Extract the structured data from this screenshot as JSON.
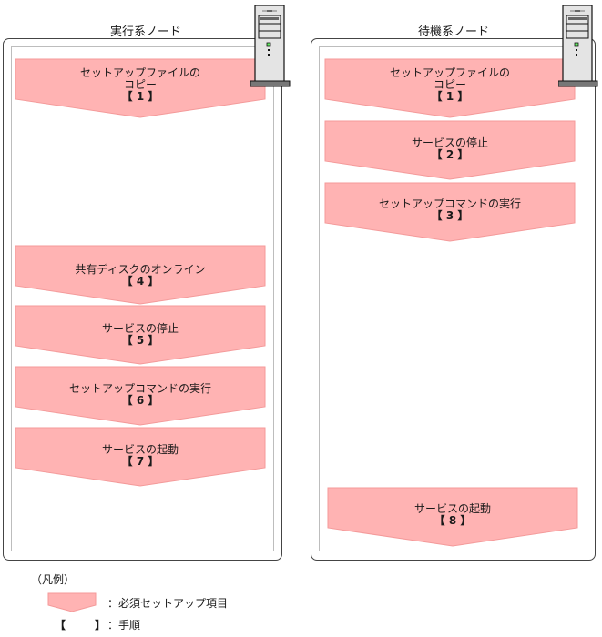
{
  "colors": {
    "step_fill": "#ffb3b3",
    "step_stroke": "#f49a9a",
    "outer_border": "#444444",
    "inner_border": "#bdbdbd"
  },
  "nodes": [
    {
      "title": "実行系ノード",
      "steps": [
        {
          "line1": "セットアップファイルの",
          "line2": "コピー",
          "number": "【 1 】"
        },
        {
          "line1": "共有ディスクのオンライン",
          "number": "【 4 】"
        },
        {
          "line1": "サービスの停止",
          "number": "【 5 】"
        },
        {
          "line1": "セットアップコマンドの実行",
          "number": "【 6 】"
        },
        {
          "line1": "サービスの起動",
          "number": "【 7 】"
        }
      ]
    },
    {
      "title": "待機系ノード",
      "steps": [
        {
          "line1": "セットアップファイルの",
          "line2": "コピー",
          "number": "【 1 】"
        },
        {
          "line1": "サービスの停止",
          "number": "【 2 】"
        },
        {
          "line1": "セットアップコマンドの実行",
          "number": "【 3 】"
        },
        {
          "line1": "サービスの起動",
          "number": "【 8 】"
        }
      ]
    }
  ],
  "legend": {
    "title": "（凡例）",
    "items": [
      {
        "symbol": "arrow-shape",
        "text": "：必須セットアップ項目"
      },
      {
        "symbol": "【　】",
        "text": "：手順"
      }
    ]
  }
}
